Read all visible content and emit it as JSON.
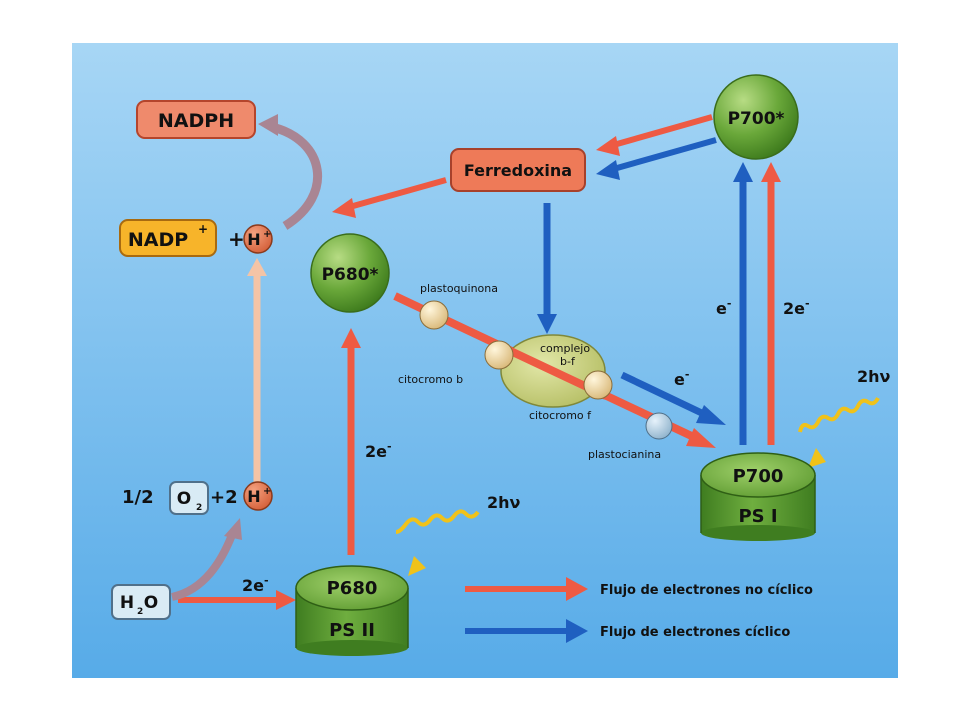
{
  "boxes": {
    "nadph": "NADPH",
    "nadp_base": "NADP",
    "plus": "+",
    "h_base": "H",
    "ferredoxina": "Ferredoxina",
    "half": "1/2",
    "o2_base": "O",
    "plus2": "+2",
    "h2o_h": "H",
    "h2o_o": "O"
  },
  "superscripts": {
    "plus": "+"
  },
  "subscripts": {
    "two": "2"
  },
  "spheres": {
    "p680_star": "P680*",
    "p700_star": "P700*"
  },
  "drums": {
    "psii_top": "P680",
    "psii_bottom": "PS II",
    "psi_top": "P700",
    "psi_bottom": "PS I"
  },
  "carriers": {
    "plastoquinona": "plastoquinona",
    "complejo_1": "complejo",
    "complejo_2": "b-f",
    "citocromo_b": "citocromo b",
    "citocromo_f": "citocromo f",
    "plastocianina": "plastocianina"
  },
  "arrow_labels": {
    "two_e": "2e",
    "e": "e",
    "minus": "-",
    "light": "2hν"
  },
  "legend": {
    "non_cyclic": "Flujo de electrones no cíclico",
    "cyclic": "Flujo de electrones cíclico"
  },
  "colors": {
    "background_top": "#9fd0f3",
    "background_bottom": "#5aaee9",
    "red_arrow": "#ee5a43",
    "blue_arrow": "#1f5fc0",
    "nadph_box": "#ef8a6c",
    "nadp_box": "#f7b42a",
    "green": "#5f9e33",
    "light_wave": "#f0c21a"
  }
}
